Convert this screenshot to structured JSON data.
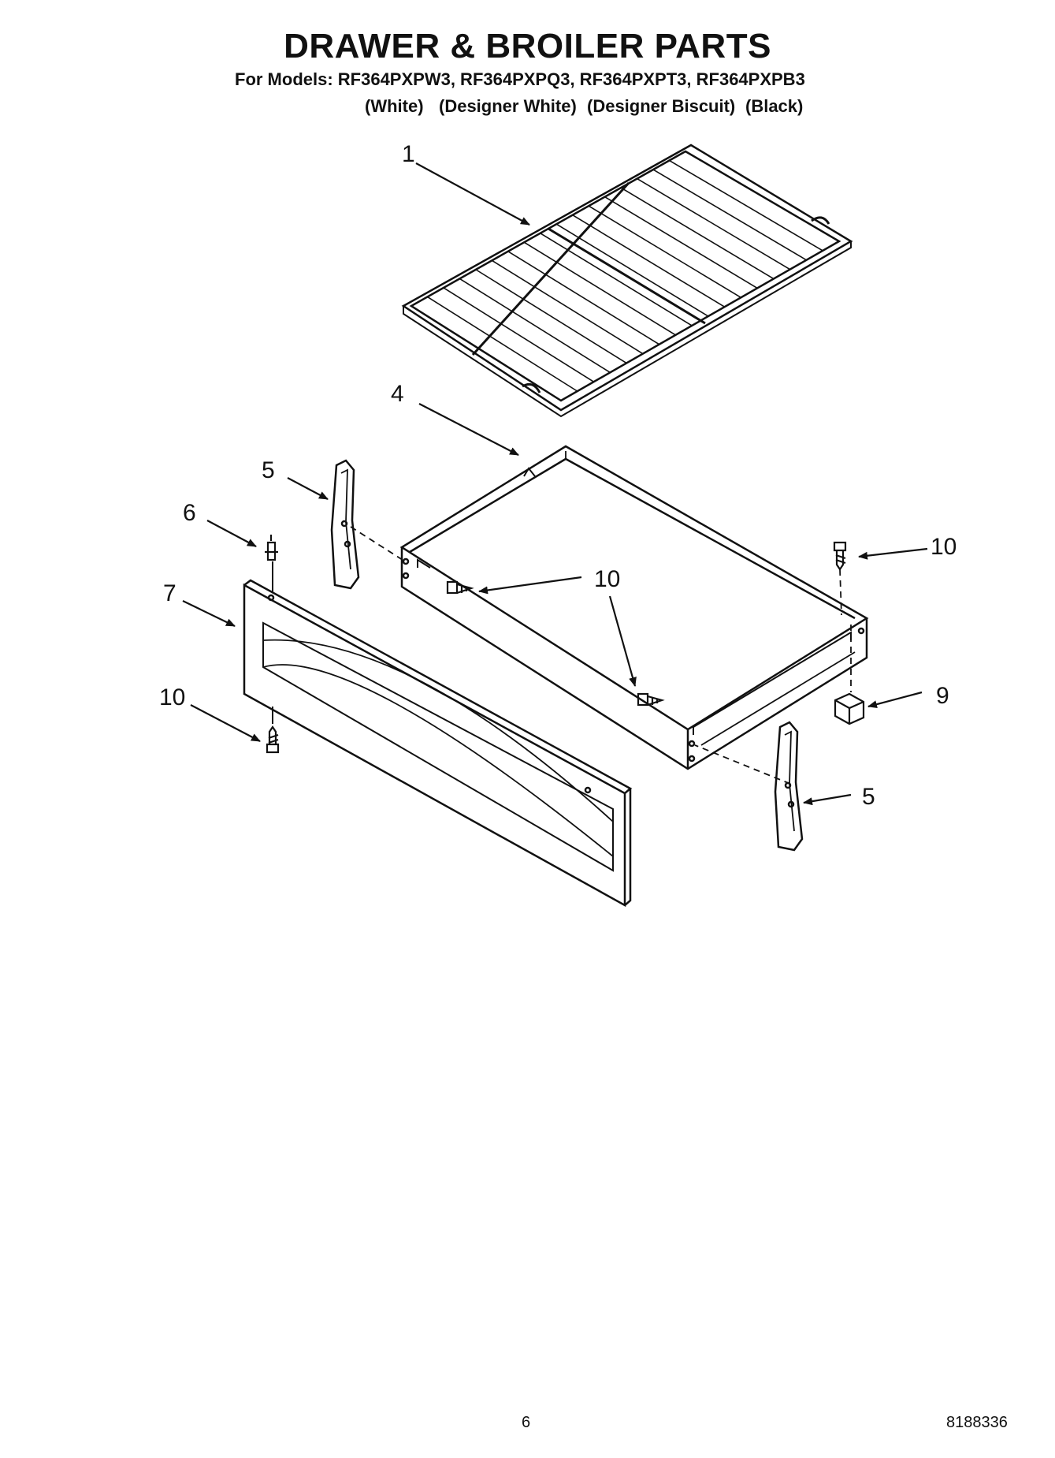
{
  "header": {
    "title": "DRAWER & BROILER PARTS",
    "models_line": "For Models: RF364PXPW3, RF364PXPQ3, RF364PXPT3, RF364PXPB3",
    "colors": [
      "(White)",
      "(Designer White)",
      "(Designer Biscuit)",
      "(Black)"
    ]
  },
  "callouts": {
    "rack": "1",
    "drawer": "4",
    "slide_left": "5",
    "slide_right": "5",
    "stud": "6",
    "panel": "7",
    "clip": "9",
    "screw_top_right": "10",
    "screw_center": "10",
    "screw_bottom_left": "10"
  },
  "footer": {
    "page_number": "6",
    "document_number": "8188336"
  }
}
